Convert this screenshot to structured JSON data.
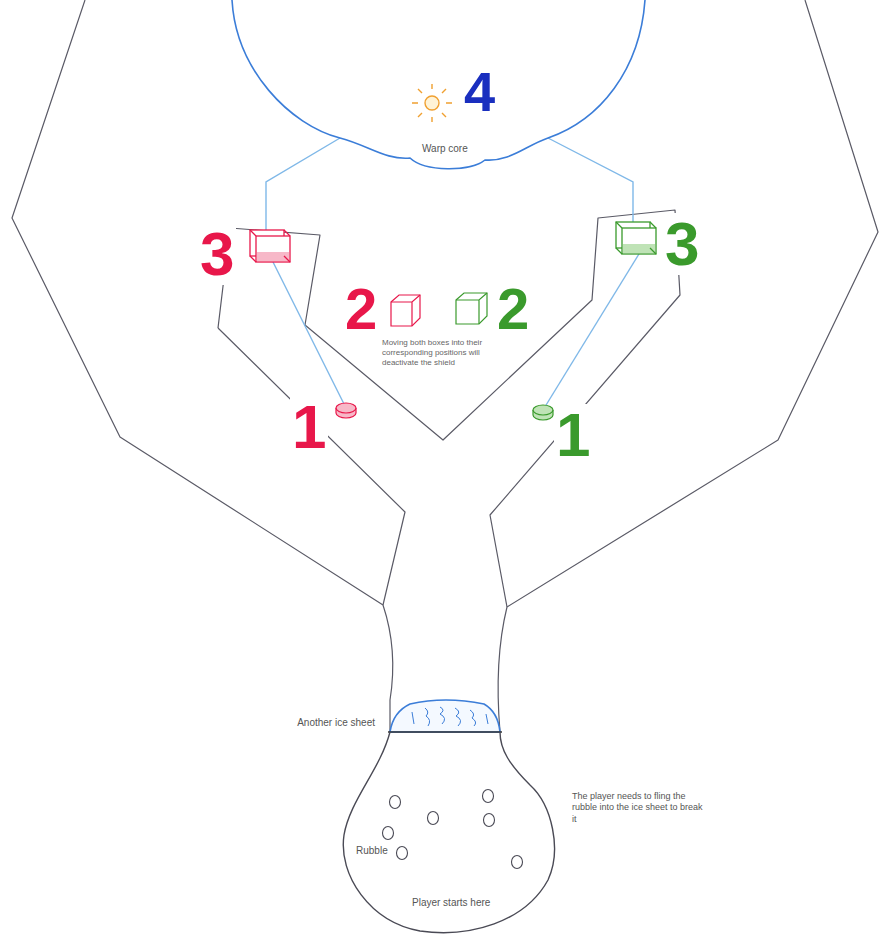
{
  "diagram": {
    "nodes": [
      {
        "text": [
          "4",
          "Warp core"
        ]
      },
      {
        "text": [
          "3"
        ]
      },
      {
        "text": [
          "3"
        ]
      },
      {
        "text": [
          "1"
        ]
      },
      {
        "text": [
          "1"
        ]
      },
      {
        "text": [
          "Rubble",
          "Player starts here"
        ]
      }
    ],
    "edges": [
      {
        "from": 3,
        "to": 1,
        "arrow": "none"
      },
      {
        "from": 4,
        "to": 2,
        "arrow": "none"
      },
      {
        "from": 1,
        "to": 0,
        "arrow": "none"
      },
      {
        "from": 2,
        "to": 0,
        "arrow": "none"
      }
    ],
    "labels": [
      "2",
      "2",
      "Moving both boxes into their corresponding positions will deactivate the shield",
      "Another ice sheet",
      "The player needs to fling the rubble into the ice sheet to break it"
    ]
  }
}
